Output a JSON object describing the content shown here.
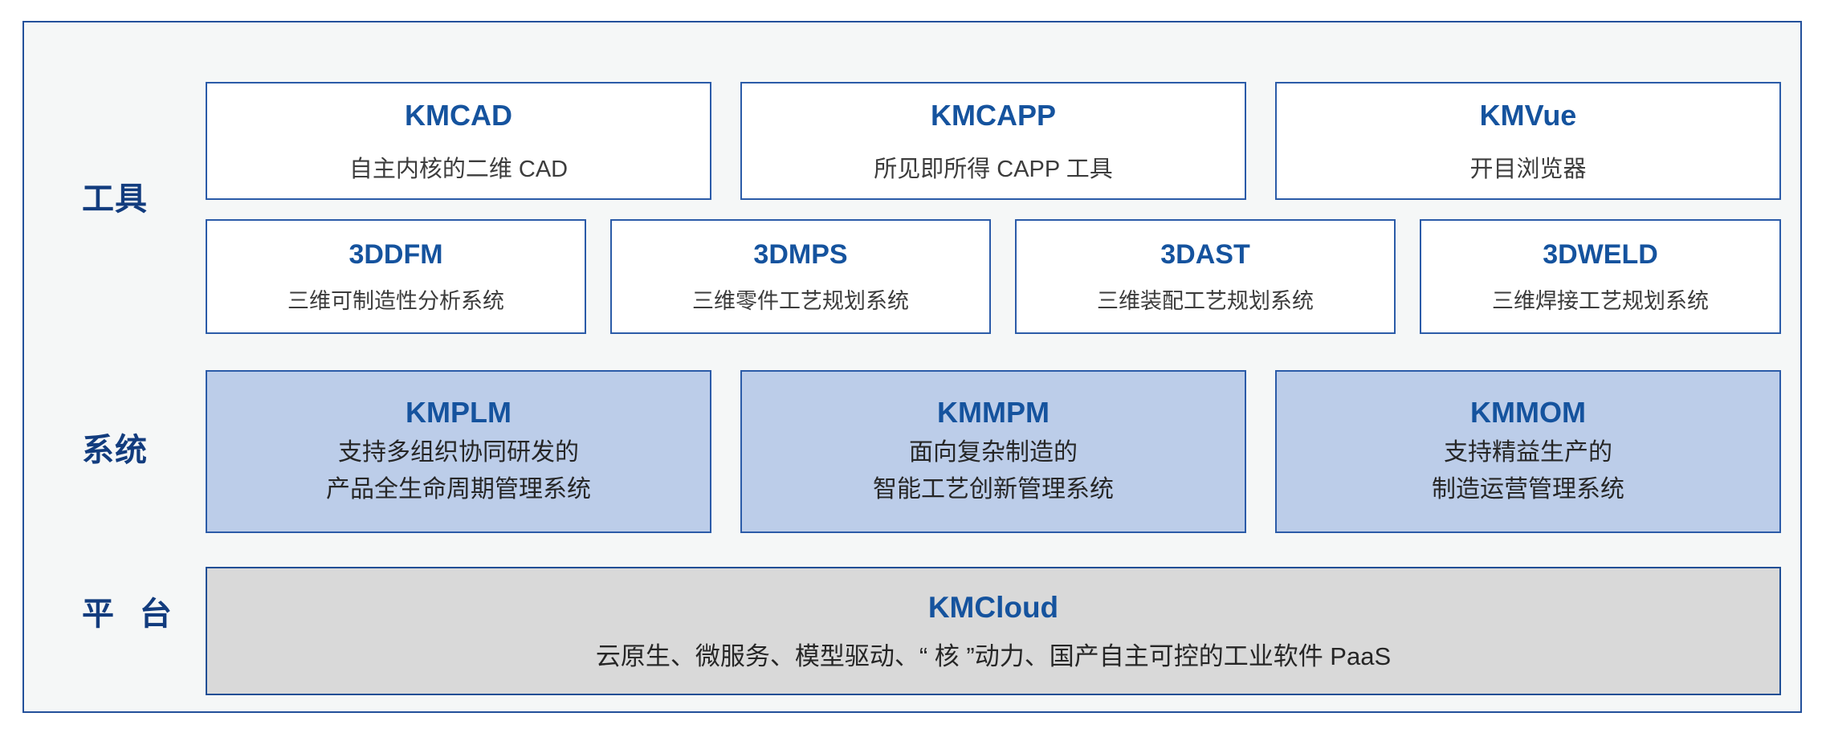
{
  "diagram": {
    "tiers": [
      {
        "key": "tools",
        "label": "工具",
        "rows": [
          [
            {
              "title": "KMCAD",
              "desc": "自主内核的二维 CAD"
            },
            {
              "title": "KMCAPP",
              "desc": "所见即所得 CAPP 工具"
            },
            {
              "title": "KMVue",
              "desc": "开目浏览器"
            }
          ],
          [
            {
              "title": "3DDFM",
              "desc": "三维可制造性分析系统"
            },
            {
              "title": "3DMPS",
              "desc": "三维零件工艺规划系统"
            },
            {
              "title": "3DAST",
              "desc": "三维装配工艺规划系统"
            },
            {
              "title": "3DWELD",
              "desc": "三维焊接工艺规划系统"
            }
          ]
        ]
      },
      {
        "key": "system",
        "label": "系统",
        "rows": [
          [
            {
              "title": "KMPLM",
              "desc_line1": "支持多组织协同研发的",
              "desc_line2": "产品全生命周期管理系统"
            },
            {
              "title": "KMMPM",
              "desc_line1": "面向复杂制造的",
              "desc_line2": "智能工艺创新管理系统"
            },
            {
              "title": "KMMOM",
              "desc_line1": "支持精益生产的",
              "desc_line2": "制造运营管理系统"
            }
          ]
        ]
      },
      {
        "key": "platform",
        "label": "平 台",
        "rows": [
          [
            {
              "title": "KMCloud",
              "desc": "云原生、微服务、模型驱动、“ 核 ”动力、国产自主可控的工业软件 PaaS"
            }
          ]
        ]
      }
    ]
  },
  "colors": {
    "frame_border": "#23509B",
    "frame_background": "#F5F7F7",
    "tier_label": "#123C7E",
    "card_title": "#15539E",
    "card_desc": "#3C3C3C",
    "tool_card_background": "#FFFFFF",
    "tool_card_border": "#2B5BA8",
    "system_card_background": "#BCCDE9",
    "system_card_border": "#2B5BA8",
    "platform_card_background": "#D9D9D9",
    "platform_card_border": "#1F4E95"
  }
}
